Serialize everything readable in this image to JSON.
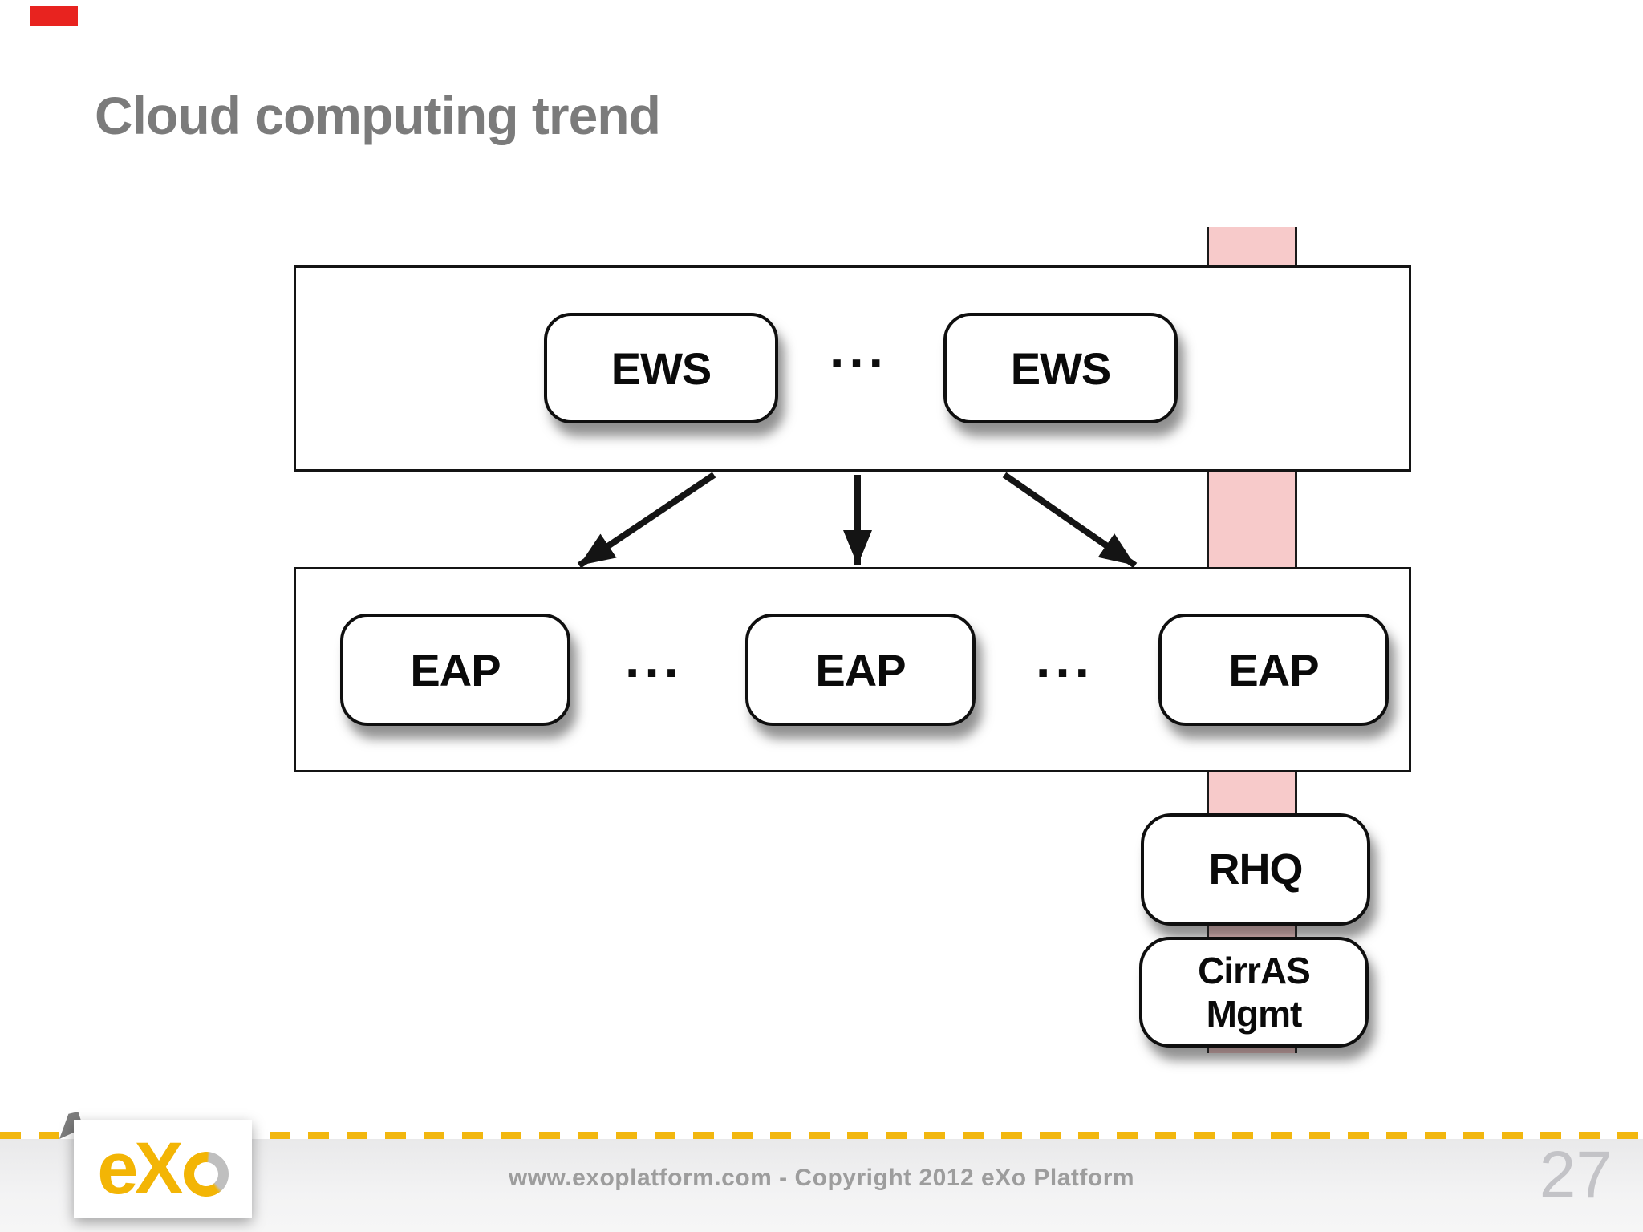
{
  "slide": {
    "title": "Cloud computing trend",
    "page_number": "27"
  },
  "diagram": {
    "ews_row": {
      "boxes": [
        {
          "label": "EWS"
        },
        {
          "label": "EWS"
        }
      ],
      "separator": "..."
    },
    "eap_row": {
      "boxes": [
        {
          "label": "EAP"
        },
        {
          "label": "EAP"
        },
        {
          "label": "EAP"
        }
      ],
      "separators": [
        "...",
        "..."
      ]
    },
    "management": {
      "rhq_label": "RHQ",
      "cirras_line1": "CirrAS",
      "cirras_line2": "Mgmt"
    }
  },
  "footer": {
    "copyright": "www.exoplatform.com - Copyright 2012 eXo Platform",
    "logo_name": "eXo",
    "logo_prefix": "eX"
  },
  "colors": {
    "title_gray": "#7b7b7b",
    "band_pink": "#f7caca",
    "accent_red": "#e8231f",
    "dash_yellow": "#f2b70f",
    "logo_yellow": "#f3b505",
    "footer_text_gray": "#9d9d9d",
    "page_number_gray": "#c3c3c7",
    "box_border_black": "#0f0f0f"
  }
}
